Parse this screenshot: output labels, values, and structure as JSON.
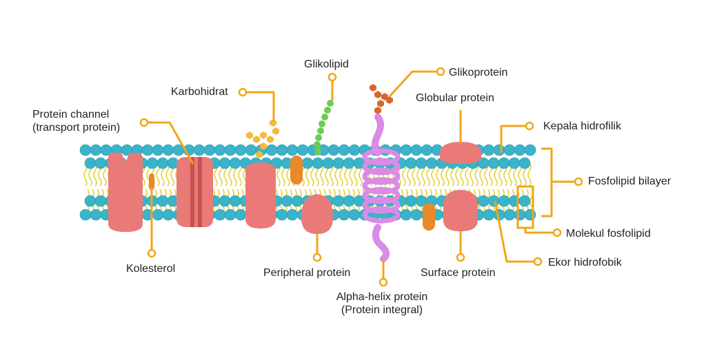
{
  "labels": {
    "protein_channel": [
      "Protein channel",
      "(transport protein)"
    ],
    "karbohidrat": "Karbohidrat",
    "glikolipid": "Glikolipid",
    "glikoprotein": "Glikoprotein",
    "globular_protein": "Globular protein",
    "kepala_hidrofilik": "Kepala hidrofilik",
    "fosfolipid_bilayer": "Fosfolipid bilayer",
    "molekul_fosfolipid": "Molekul fosfolipid",
    "ekor_hidrofobik": "Ekor hidrofobik",
    "kolesterol": "Kolesterol",
    "peripheral_protein": "Peripheral protein",
    "alpha_helix": [
      "Alpha-helix protein",
      "(Protein integral)"
    ],
    "surface_protein": "Surface protein"
  },
  "colors": {
    "phospholipid_head": "#3bb3c9",
    "phospholipid_tail": "#e3d23a",
    "protein": "#e97a78",
    "protein_dark": "#c9514f",
    "cholesterol": "#e8892a",
    "carbohydrate": "#f4b942",
    "glycolipid_chain": "#6dcc52",
    "glycoprotein_chain": "#d9662b",
    "alpha_helix": "#d98be6",
    "callout": "#f2a516"
  }
}
